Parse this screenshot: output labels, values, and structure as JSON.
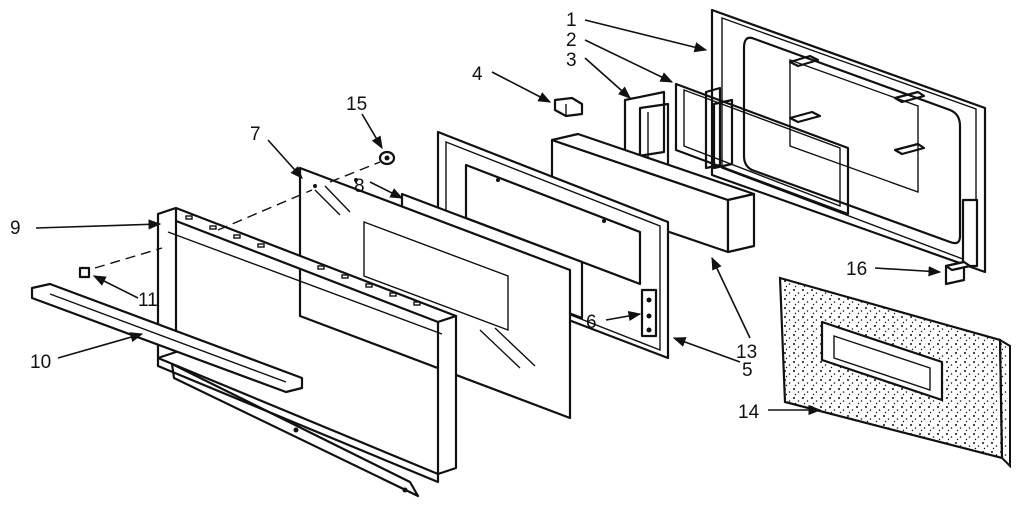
{
  "diagram": {
    "callouts": [
      {
        "id": "part-1",
        "label": "1"
      },
      {
        "id": "part-2",
        "label": "2"
      },
      {
        "id": "part-3",
        "label": "3"
      },
      {
        "id": "part-4",
        "label": "4"
      },
      {
        "id": "part-5",
        "label": "5"
      },
      {
        "id": "part-6",
        "label": "6"
      },
      {
        "id": "part-7",
        "label": "7"
      },
      {
        "id": "part-8",
        "label": "8"
      },
      {
        "id": "part-9",
        "label": "9"
      },
      {
        "id": "part-10",
        "label": "10"
      },
      {
        "id": "part-11",
        "label": "11"
      },
      {
        "id": "part-13",
        "label": "13"
      },
      {
        "id": "part-14",
        "label": "14"
      },
      {
        "id": "part-15",
        "label": "15"
      },
      {
        "id": "part-16",
        "label": "16"
      }
    ]
  }
}
